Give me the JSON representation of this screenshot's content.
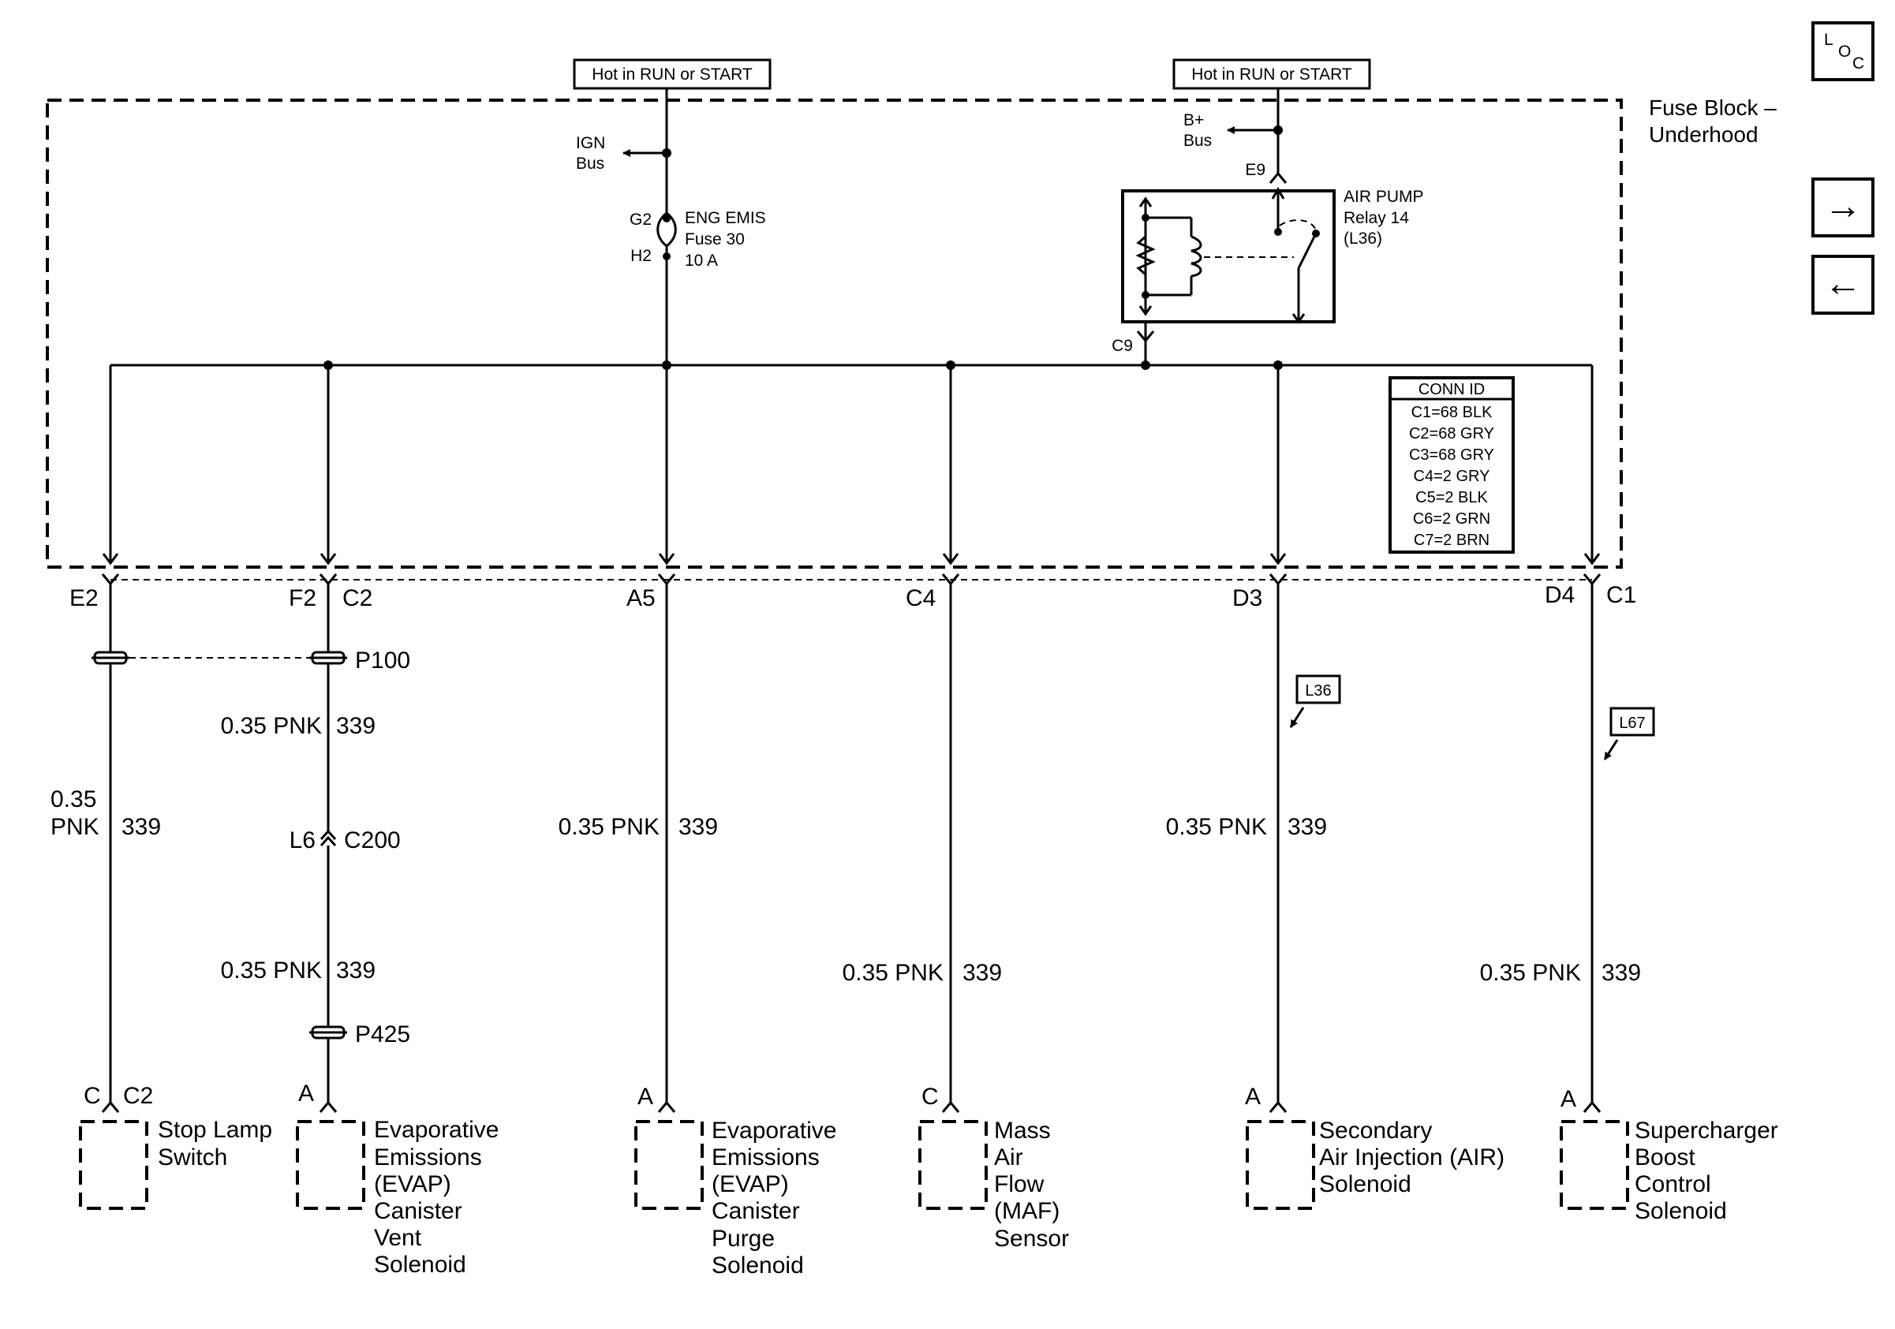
{
  "hot_labels": [
    "Hot in RUN or START",
    "Hot in RUN or START"
  ],
  "fuse_block": {
    "line1": "Fuse Block –",
    "line2": "Underhood"
  },
  "ign_bus": {
    "line1": "IGN",
    "line2": "Bus"
  },
  "bplus_bus": {
    "line1": "B+",
    "line2": "Bus"
  },
  "fuse": {
    "top_pin": "G2",
    "bottom_pin": "H2",
    "line1": "ENG EMIS",
    "line2": "Fuse 30",
    "line3": "10 A"
  },
  "relay": {
    "line1": "AIR PUMP",
    "line2": "Relay 14",
    "line3": "(L36)",
    "top_pin": "E9",
    "bottom_pin": "C9"
  },
  "conn_id": {
    "title": "CONN ID",
    "rows": [
      "C1=68 BLK",
      "C2=68 GRY",
      "C3=68 GRY",
      "C4=2 GRY",
      "C5=2 BLK",
      "C6=2 GRN",
      "C7=2 BRN"
    ]
  },
  "terminals": [
    "E2",
    "F2",
    "C2",
    "A5",
    "C4",
    "D3",
    "D4",
    "C1"
  ],
  "splices": [
    "P100",
    "P425"
  ],
  "inline_connector": {
    "pin": "L6",
    "name": "C200"
  },
  "wires": {
    "w1_size": "0.35",
    "w1_color": "PNK",
    "w1_circuit": "339",
    "w2a": {
      "spec": "0.35 PNK",
      "circuit": "339"
    },
    "w2b": {
      "spec": "0.35 PNK",
      "circuit": "339"
    },
    "w3": {
      "spec": "0.35 PNK",
      "circuit": "339"
    },
    "w4": {
      "spec": "0.35 PNK",
      "circuit": "339"
    },
    "w5": {
      "spec": "0.35 PNK",
      "circuit": "339"
    },
    "w6": {
      "spec": "0.35 PNK",
      "circuit": "339"
    }
  },
  "option_flags": [
    "L36",
    "L67"
  ],
  "components": [
    {
      "pin": "C",
      "connector": "C2",
      "lines": [
        "Stop Lamp",
        "Switch"
      ]
    },
    {
      "pin": "A",
      "lines": [
        "Evaporative",
        "Emissions",
        "(EVAP)",
        "Canister",
        "Vent",
        "Solenoid"
      ]
    },
    {
      "pin": "A",
      "lines": [
        "Evaporative",
        "Emissions",
        "(EVAP)",
        "Canister",
        "Purge",
        "Solenoid"
      ]
    },
    {
      "pin": "C",
      "lines": [
        "Mass",
        "Air",
        "Flow",
        "(MAF)",
        "Sensor"
      ]
    },
    {
      "pin": "A",
      "lines": [
        "Secondary",
        "Air Injection (AIR)",
        "Solenoid"
      ]
    },
    {
      "pin": "A",
      "lines": [
        "Supercharger",
        "Boost",
        "Control",
        "Solenoid"
      ]
    }
  ],
  "nav": {
    "loc_l": "L",
    "loc_o": "O",
    "loc_c": "C",
    "next": "→",
    "prev": "←"
  }
}
